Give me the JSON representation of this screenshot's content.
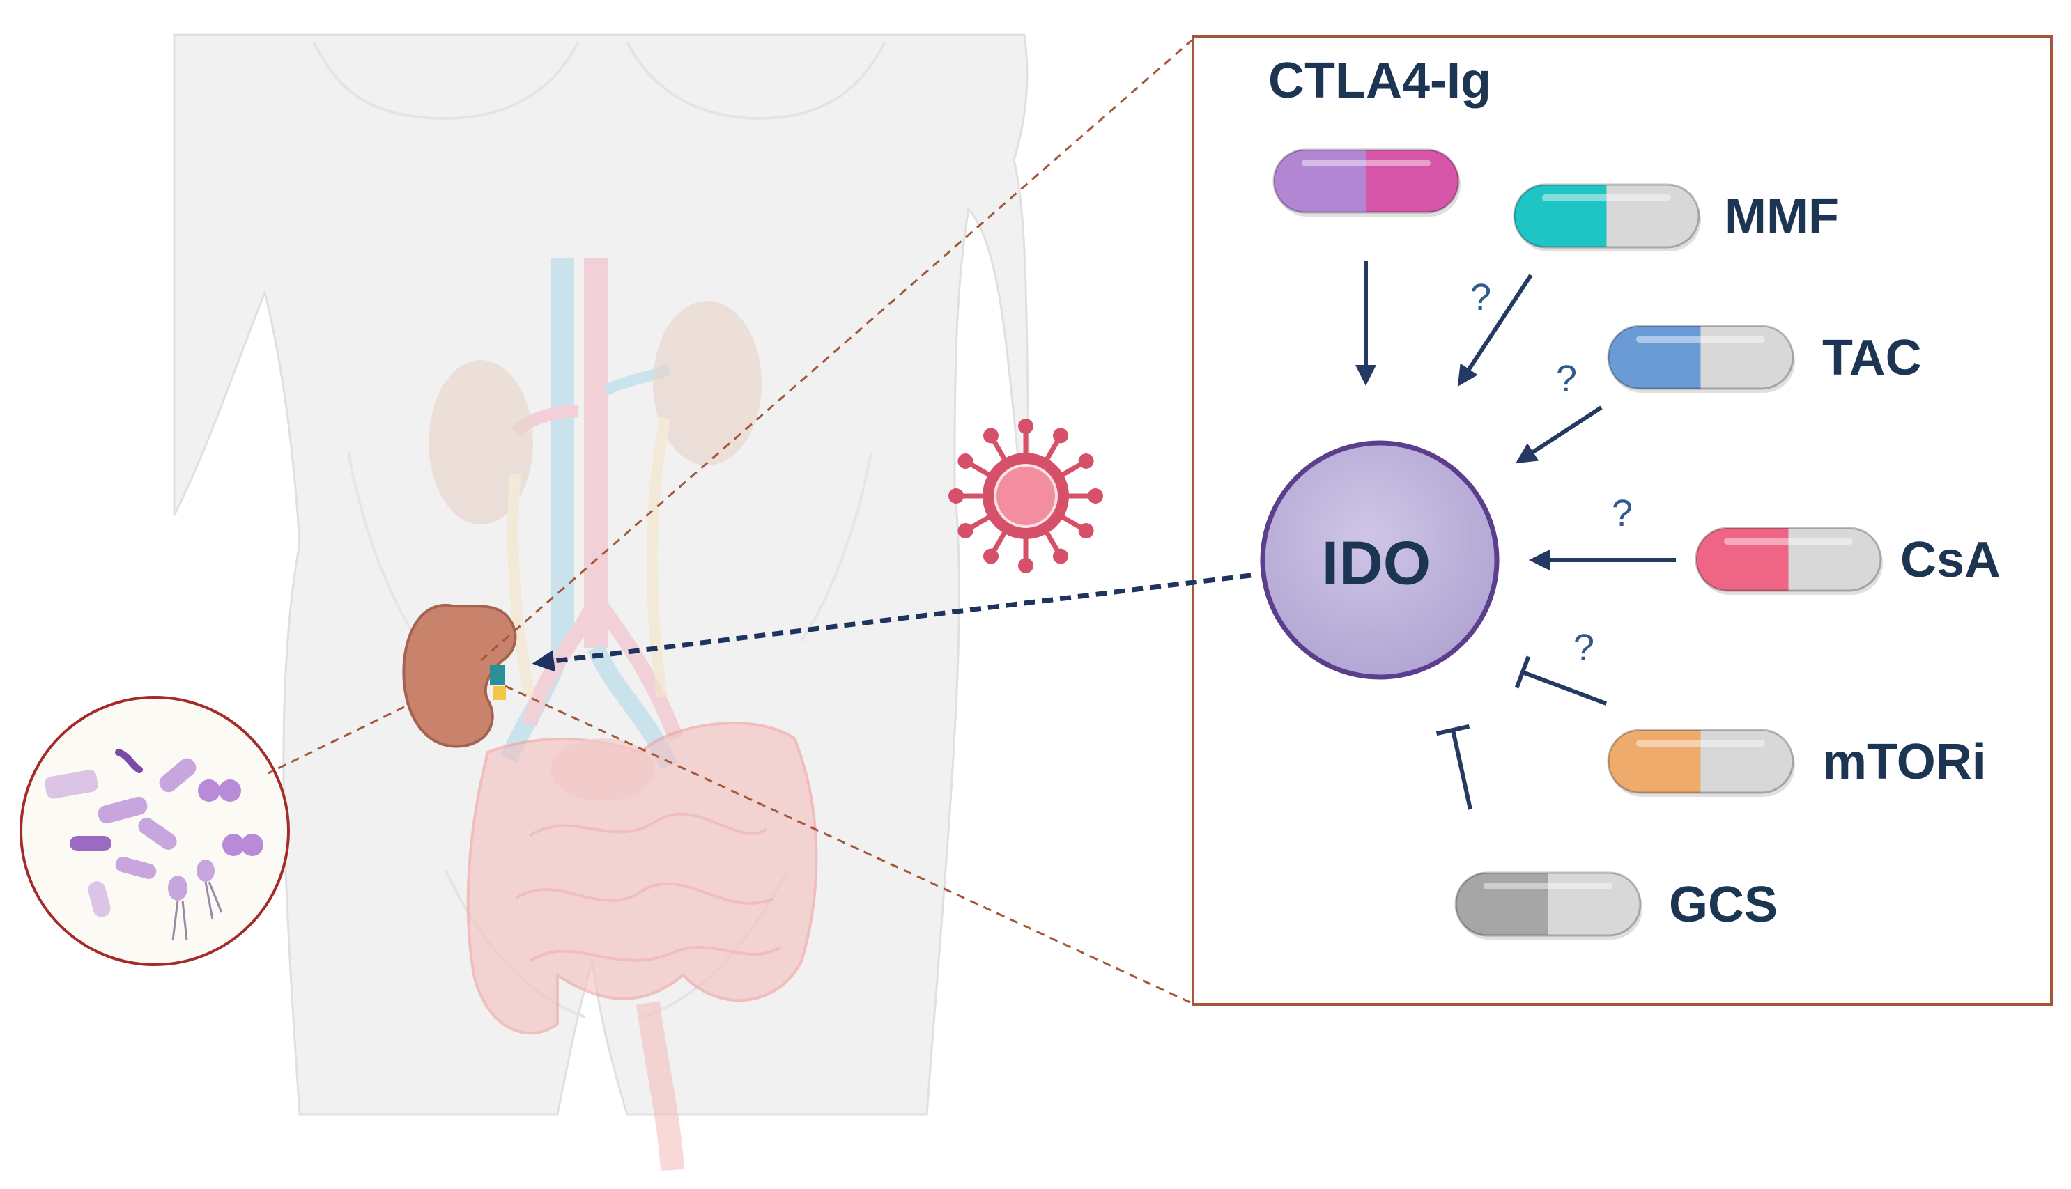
{
  "panel": {
    "title": "CTLA4-Ig",
    "enzyme_label": "IDO",
    "question_mark": "?"
  },
  "drugs": [
    {
      "id": "ctla4ig",
      "label": "",
      "left_color": "#b386d4",
      "right_color": "#d655a8",
      "effect": "induces",
      "uncertain": false
    },
    {
      "id": "mmf",
      "label": "MMF",
      "left_color": "#1fc4c4",
      "right_color": "#d8d8d8",
      "effect": "induces",
      "uncertain": true
    },
    {
      "id": "tac",
      "label": "TAC",
      "left_color": "#6b9bd6",
      "right_color": "#d8d8d8",
      "effect": "induces",
      "uncertain": true
    },
    {
      "id": "csa",
      "label": "CsA",
      "left_color": "#ef6585",
      "right_color": "#d8d8d8",
      "effect": "induces",
      "uncertain": true
    },
    {
      "id": "mtori",
      "label": "mTORi",
      "left_color": "#eeab6b",
      "right_color": "#d8d8d8",
      "effect": "inhibits",
      "uncertain": true
    },
    {
      "id": "gcs",
      "label": "GCS",
      "left_color": "#a6a6a6",
      "right_color": "#d8d8d8",
      "effect": "inhibits",
      "uncertain": false
    }
  ],
  "colors": {
    "text": "#1c3553",
    "arrow": "#243a63",
    "panel_border": "#a4573a",
    "zoom_line": "#a4573a",
    "ido_fill": "#bcb1da",
    "ido_stroke": "#5b3f8d",
    "virus": "#d6506a",
    "kidney": "#c9826c",
    "microbe_circle": "#a52a2a"
  },
  "icons": [
    "human-body-icon",
    "kidney-icon",
    "intestine-icon",
    "virus-icon",
    "microbiota-icon",
    "capsule-icon"
  ]
}
